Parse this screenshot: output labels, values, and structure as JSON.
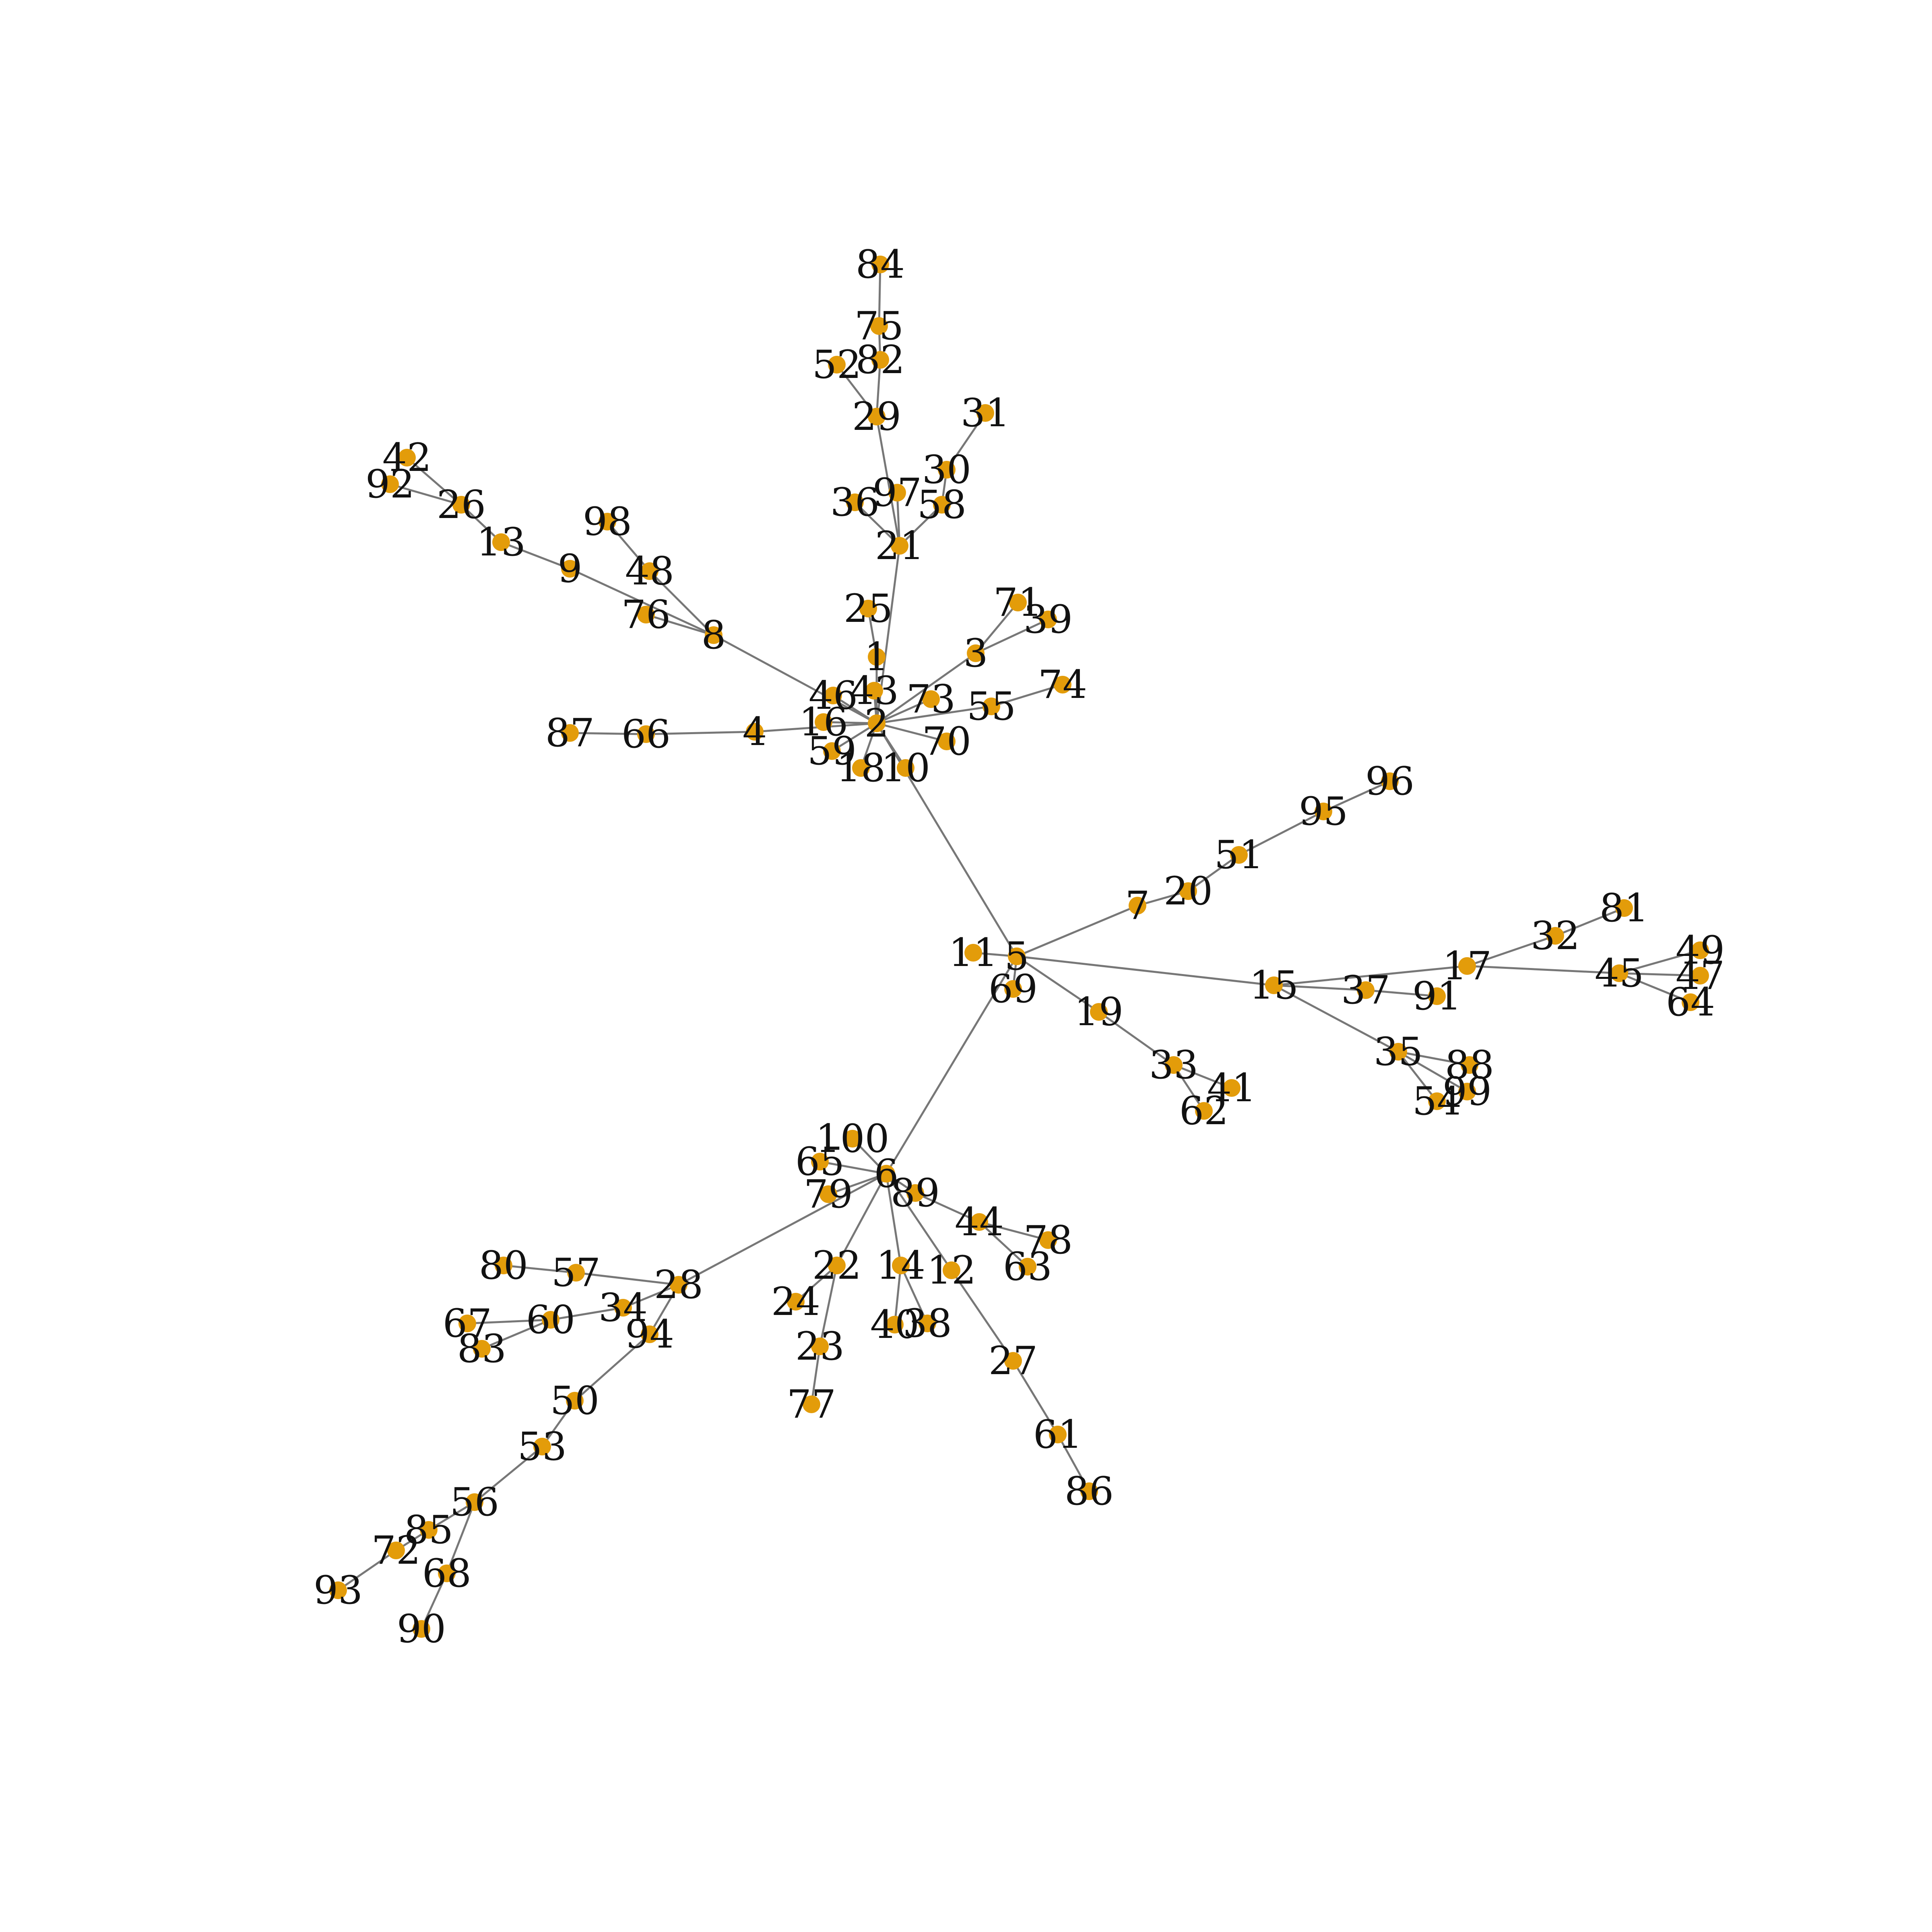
{
  "colors": {
    "background": "#ffffff",
    "edge": "#777777",
    "node": "#e39c0a",
    "label": "#111111"
  },
  "nodes": [
    {
      "id": "1"
    },
    {
      "id": "2"
    },
    {
      "id": "3"
    },
    {
      "id": "4"
    },
    {
      "id": "5"
    },
    {
      "id": "6"
    },
    {
      "id": "7"
    },
    {
      "id": "8"
    },
    {
      "id": "9"
    },
    {
      "id": "10"
    },
    {
      "id": "11"
    },
    {
      "id": "12"
    },
    {
      "id": "13"
    },
    {
      "id": "14"
    },
    {
      "id": "15"
    },
    {
      "id": "16"
    },
    {
      "id": "17"
    },
    {
      "id": "18"
    },
    {
      "id": "19"
    },
    {
      "id": "20"
    },
    {
      "id": "21"
    },
    {
      "id": "22"
    },
    {
      "id": "23"
    },
    {
      "id": "24"
    },
    {
      "id": "25"
    },
    {
      "id": "26"
    },
    {
      "id": "27"
    },
    {
      "id": "28"
    },
    {
      "id": "29"
    },
    {
      "id": "30"
    },
    {
      "id": "31"
    },
    {
      "id": "32"
    },
    {
      "id": "33"
    },
    {
      "id": "34"
    },
    {
      "id": "35"
    },
    {
      "id": "36"
    },
    {
      "id": "37"
    },
    {
      "id": "38"
    },
    {
      "id": "39"
    },
    {
      "id": "40"
    },
    {
      "id": "41"
    },
    {
      "id": "42"
    },
    {
      "id": "43"
    },
    {
      "id": "44"
    },
    {
      "id": "45"
    },
    {
      "id": "46"
    },
    {
      "id": "47"
    },
    {
      "id": "48"
    },
    {
      "id": "49"
    },
    {
      "id": "50"
    },
    {
      "id": "51"
    },
    {
      "id": "52"
    },
    {
      "id": "53"
    },
    {
      "id": "54"
    },
    {
      "id": "55"
    },
    {
      "id": "56"
    },
    {
      "id": "57"
    },
    {
      "id": "58"
    },
    {
      "id": "59"
    },
    {
      "id": "60"
    },
    {
      "id": "61"
    },
    {
      "id": "62"
    },
    {
      "id": "63"
    },
    {
      "id": "64"
    },
    {
      "id": "65"
    },
    {
      "id": "66"
    },
    {
      "id": "67"
    },
    {
      "id": "68"
    },
    {
      "id": "69"
    },
    {
      "id": "70"
    },
    {
      "id": "71"
    },
    {
      "id": "72"
    },
    {
      "id": "73"
    },
    {
      "id": "74"
    },
    {
      "id": "75"
    },
    {
      "id": "76"
    },
    {
      "id": "77"
    },
    {
      "id": "78"
    },
    {
      "id": "79"
    },
    {
      "id": "80"
    },
    {
      "id": "81"
    },
    {
      "id": "82"
    },
    {
      "id": "83"
    },
    {
      "id": "84"
    },
    {
      "id": "85"
    },
    {
      "id": "86"
    },
    {
      "id": "87"
    },
    {
      "id": "88"
    },
    {
      "id": "89"
    },
    {
      "id": "90"
    },
    {
      "id": "91"
    },
    {
      "id": "92"
    },
    {
      "id": "93"
    },
    {
      "id": "94"
    },
    {
      "id": "95"
    },
    {
      "id": "96"
    },
    {
      "id": "97"
    },
    {
      "id": "98"
    },
    {
      "id": "99"
    },
    {
      "id": "100"
    }
  ],
  "edges": [
    [
      "2",
      "1"
    ],
    [
      "1",
      "25"
    ],
    [
      "2",
      "43"
    ],
    [
      "2",
      "46"
    ],
    [
      "2",
      "16"
    ],
    [
      "2",
      "59"
    ],
    [
      "2",
      "18"
    ],
    [
      "2",
      "10"
    ],
    [
      "2",
      "70"
    ],
    [
      "2",
      "73"
    ],
    [
      "2",
      "55"
    ],
    [
      "55",
      "74"
    ],
    [
      "2",
      "3"
    ],
    [
      "3",
      "71"
    ],
    [
      "3",
      "39"
    ],
    [
      "2",
      "21"
    ],
    [
      "21",
      "36"
    ],
    [
      "21",
      "97"
    ],
    [
      "21",
      "58"
    ],
    [
      "58",
      "30"
    ],
    [
      "30",
      "31"
    ],
    [
      "21",
      "29"
    ],
    [
      "29",
      "82"
    ],
    [
      "29",
      "52"
    ],
    [
      "82",
      "75"
    ],
    [
      "75",
      "84"
    ],
    [
      "2",
      "8"
    ],
    [
      "8",
      "48"
    ],
    [
      "48",
      "98"
    ],
    [
      "8",
      "76"
    ],
    [
      "8",
      "9"
    ],
    [
      "9",
      "13"
    ],
    [
      "13",
      "26"
    ],
    [
      "26",
      "42"
    ],
    [
      "26",
      "92"
    ],
    [
      "2",
      "4"
    ],
    [
      "4",
      "66"
    ],
    [
      "66",
      "87"
    ],
    [
      "2",
      "5"
    ],
    [
      "5",
      "11"
    ],
    [
      "5",
      "69"
    ],
    [
      "5",
      "7"
    ],
    [
      "7",
      "20"
    ],
    [
      "20",
      "51"
    ],
    [
      "51",
      "95"
    ],
    [
      "95",
      "96"
    ],
    [
      "5",
      "19"
    ],
    [
      "19",
      "33"
    ],
    [
      "33",
      "41"
    ],
    [
      "33",
      "62"
    ],
    [
      "5",
      "15"
    ],
    [
      "15",
      "37"
    ],
    [
      "37",
      "91"
    ],
    [
      "15",
      "17"
    ],
    [
      "17",
      "32"
    ],
    [
      "32",
      "81"
    ],
    [
      "17",
      "45"
    ],
    [
      "45",
      "49"
    ],
    [
      "45",
      "47"
    ],
    [
      "45",
      "64"
    ],
    [
      "15",
      "35"
    ],
    [
      "35",
      "88"
    ],
    [
      "35",
      "99"
    ],
    [
      "35",
      "54"
    ],
    [
      "5",
      "6"
    ],
    [
      "6",
      "100"
    ],
    [
      "6",
      "65"
    ],
    [
      "6",
      "79"
    ],
    [
      "6",
      "89"
    ],
    [
      "89",
      "44"
    ],
    [
      "44",
      "78"
    ],
    [
      "44",
      "63"
    ],
    [
      "6",
      "12"
    ],
    [
      "12",
      "27"
    ],
    [
      "27",
      "61"
    ],
    [
      "61",
      "86"
    ],
    [
      "6",
      "14"
    ],
    [
      "14",
      "40"
    ],
    [
      "14",
      "38"
    ],
    [
      "6",
      "22"
    ],
    [
      "22",
      "24"
    ],
    [
      "22",
      "23"
    ],
    [
      "23",
      "77"
    ],
    [
      "6",
      "28"
    ],
    [
      "28",
      "57"
    ],
    [
      "57",
      "80"
    ],
    [
      "28",
      "34"
    ],
    [
      "34",
      "60"
    ],
    [
      "60",
      "67"
    ],
    [
      "60",
      "83"
    ],
    [
      "28",
      "94"
    ],
    [
      "94",
      "50"
    ],
    [
      "50",
      "53"
    ],
    [
      "53",
      "56"
    ],
    [
      "56",
      "85"
    ],
    [
      "85",
      "72"
    ],
    [
      "72",
      "93"
    ],
    [
      "56",
      "68"
    ],
    [
      "68",
      "90"
    ]
  ]
}
